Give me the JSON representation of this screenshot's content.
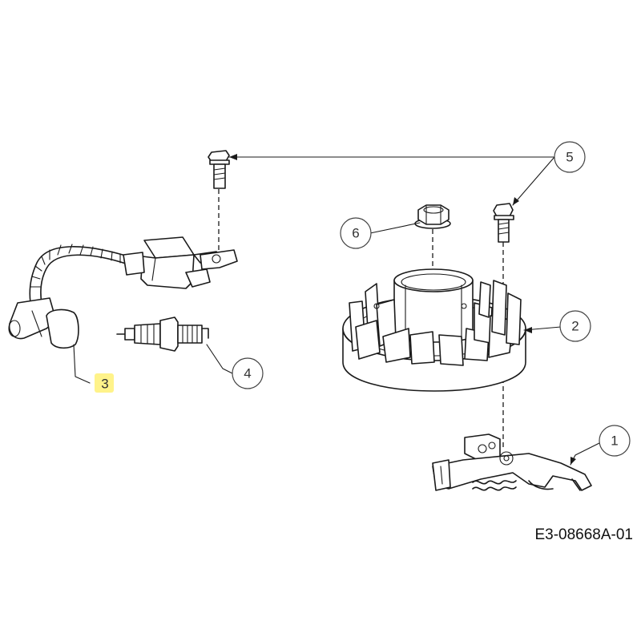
{
  "diagram": {
    "reference_code": "E3-08668A-01",
    "callouts": [
      {
        "id": "1",
        "label": "1"
      },
      {
        "id": "2",
        "label": "2"
      },
      {
        "id": "3",
        "label": "3",
        "highlighted": true,
        "highlight_color": "#fff38a"
      },
      {
        "id": "4",
        "label": "4"
      },
      {
        "id": "5",
        "label": "5"
      },
      {
        "id": "6",
        "label": "6"
      }
    ],
    "parts": [
      {
        "callout": "1",
        "icon": "brake-bracket-icon"
      },
      {
        "callout": "2",
        "icon": "flywheel-icon"
      },
      {
        "callout": "3",
        "icon": "ignition-coil-icon"
      },
      {
        "callout": "4",
        "icon": "spark-plug-icon"
      },
      {
        "callout": "5",
        "icon": "flange-bolt-icon"
      },
      {
        "callout": "6",
        "icon": "flange-nut-icon"
      }
    ]
  }
}
